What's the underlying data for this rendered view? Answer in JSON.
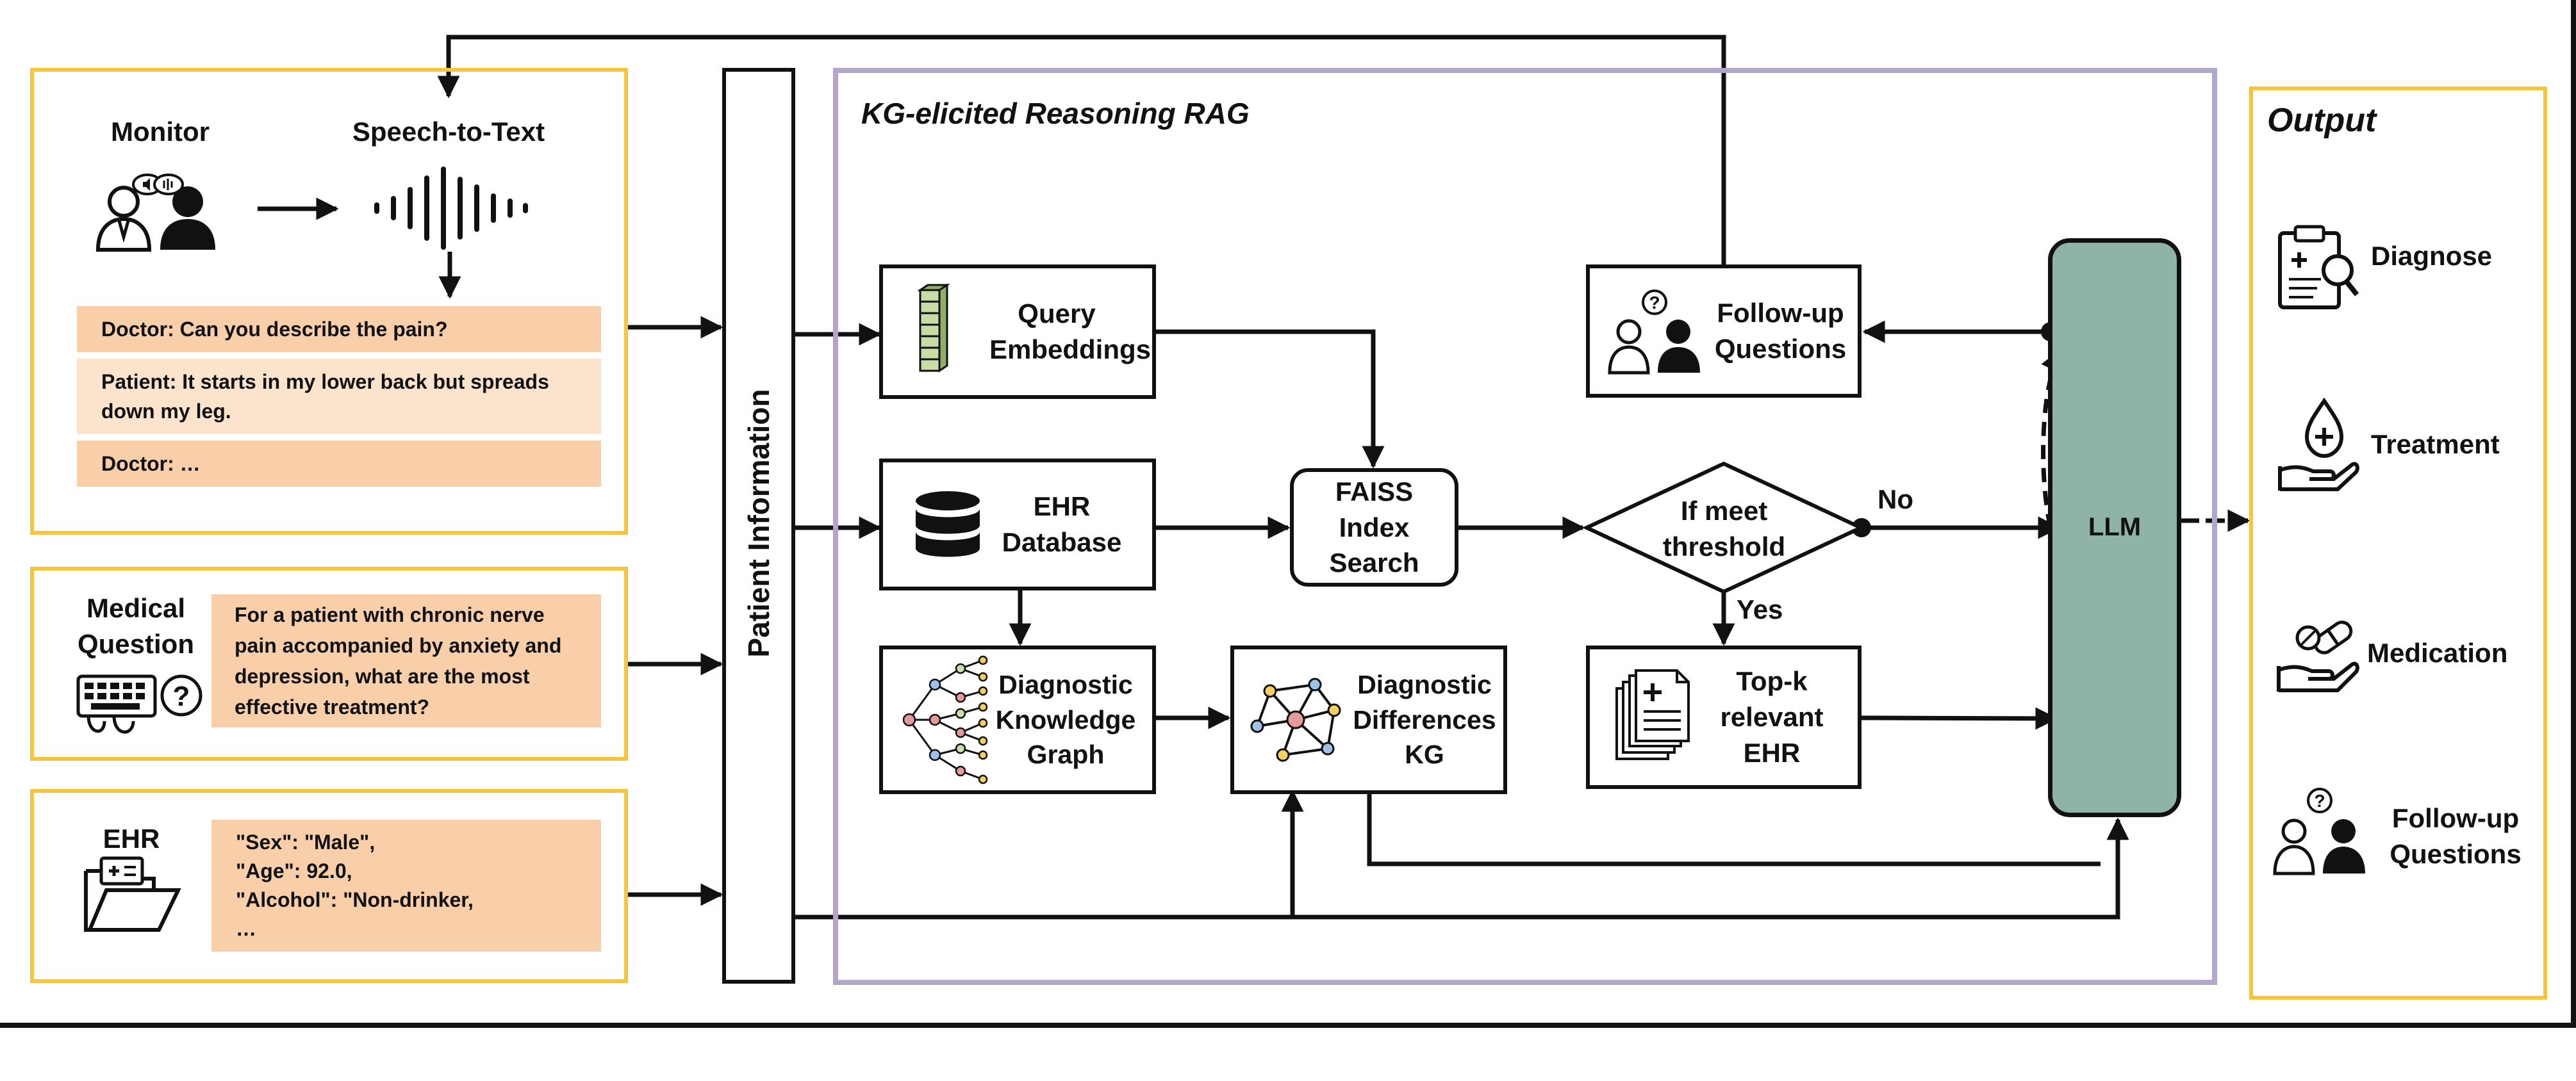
{
  "input": {
    "monitor_label": "Monitor",
    "speech_label": "Speech-to-Text",
    "dialog": [
      "Doctor: Can you describe the pain?",
      "Patient: It starts in my lower back but spreads down my leg.",
      "Doctor: …"
    ],
    "medical_question_label": "Medical Question",
    "medical_question_text": "For a patient with chronic nerve pain accompanied by anxiety and depression, what are the most effective treatment?",
    "ehr_label": "EHR",
    "ehr_lines": [
      "\"Sex\": \"Male\",",
      "\"Age\": 92.0,",
      "\"Alcohol\": \"Non-drinker,",
      "…"
    ]
  },
  "patient_info_label": "Patient Information",
  "rag": {
    "title": "KG-elicited Reasoning RAG",
    "query_embeddings": "Query Embeddings",
    "ehr_database": "EHR Database",
    "diagnostic_kg": "Diagnostic Knowledge Graph",
    "diag_diff_kg": "Diagnostic Differences KG",
    "faiss": "FAISS Index Search",
    "threshold": "If meet threshold",
    "no_label": "No",
    "yes_label": "Yes",
    "topk": "Top-k relevant EHR",
    "followup": "Follow-up Questions",
    "llm": "LLM"
  },
  "output": {
    "title": "Output",
    "items": [
      {
        "label": "Diagnose",
        "icon": "clipboard-magnifier-icon"
      },
      {
        "label": "Treatment",
        "icon": "hand-drop-icon"
      },
      {
        "label": "Medication",
        "icon": "hand-pill-icon"
      },
      {
        "label": "Follow-up Questions",
        "icon": "doctor-patient-question-icon"
      }
    ]
  },
  "colors": {
    "input_border": "#f7c53d",
    "rag_border": "#b2a6cc",
    "llm_fill": "#8fb3a9",
    "chat_fill": "#f9cfa9"
  }
}
